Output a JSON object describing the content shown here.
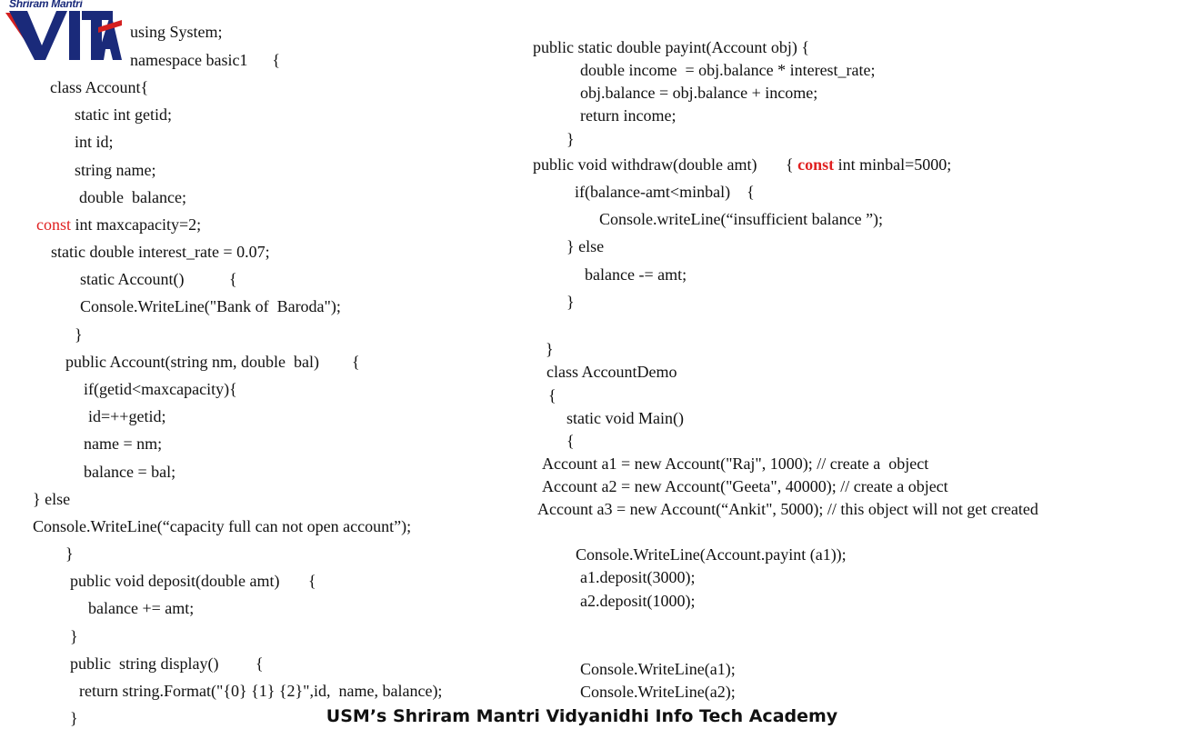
{
  "logo": {
    "brand_text": "Shriram Mantri",
    "mark": "VITA"
  },
  "left_code": [
    "using System;",
    "namespace basic1      {",
    "class Account{",
    "static int getid;",
    "int id;",
    "string name;",
    "double  balance;",
    "int maxcapacity=2;",
    "static double interest_rate = 0.07;",
    "static Account()           {",
    "Console.WriteLine(\"Bank of  Baroda\");",
    "}",
    "public Account(string nm, double  bal)        {",
    "if(getid<maxcapacity){",
    "id=++getid;",
    "name = nm;",
    "balance = bal;",
    "} else",
    "Console.WriteLine(“capacity full can not open account”);",
    "}",
    "public void deposit(double amt)       {",
    "balance += amt;",
    "}",
    "public  string display()         {",
    "return string.Format(\"{0} {1} {2}\",id,  name, balance);",
    "}"
  ],
  "left_keyword": "const",
  "right_code": [
    "public static double payint(Account obj) {",
    "double income  = obj.balance * interest_rate;",
    "obj.balance = obj.balance + income;",
    "return income;",
    "}",
    "public void withdraw(double amt)       { ",
    " int minbal=5000;",
    "if(balance-amt<minbal)    {",
    "Console.writeLine(“insufficient balance ”);",
    "} else",
    "balance -= amt;",
    "}",
    "}",
    "class AccountDemo",
    "{",
    "static void Main()",
    "{",
    "Account a1 = new Account(\"Raj\", 1000); // create a  object",
    "Account a2 = new Account(\"Geeta\", 40000); // create a object",
    "Account a3 = new Account(“Ankit\", 5000); // this object will not get created",
    "Console.WriteLine(Account.payint (a1));",
    "a1.deposit(3000);",
    "a2.deposit(1000);",
    "Console.WriteLine(a1);",
    "Console.WriteLine(a2);"
  ],
  "right_keyword": "const",
  "footer": "USM’s Shriram Mantri Vidyanidhi Info Tech Academy",
  "colors": {
    "keyword": "#e02020",
    "logo_red": "#d42020",
    "logo_blue": "#1a2a7a"
  }
}
